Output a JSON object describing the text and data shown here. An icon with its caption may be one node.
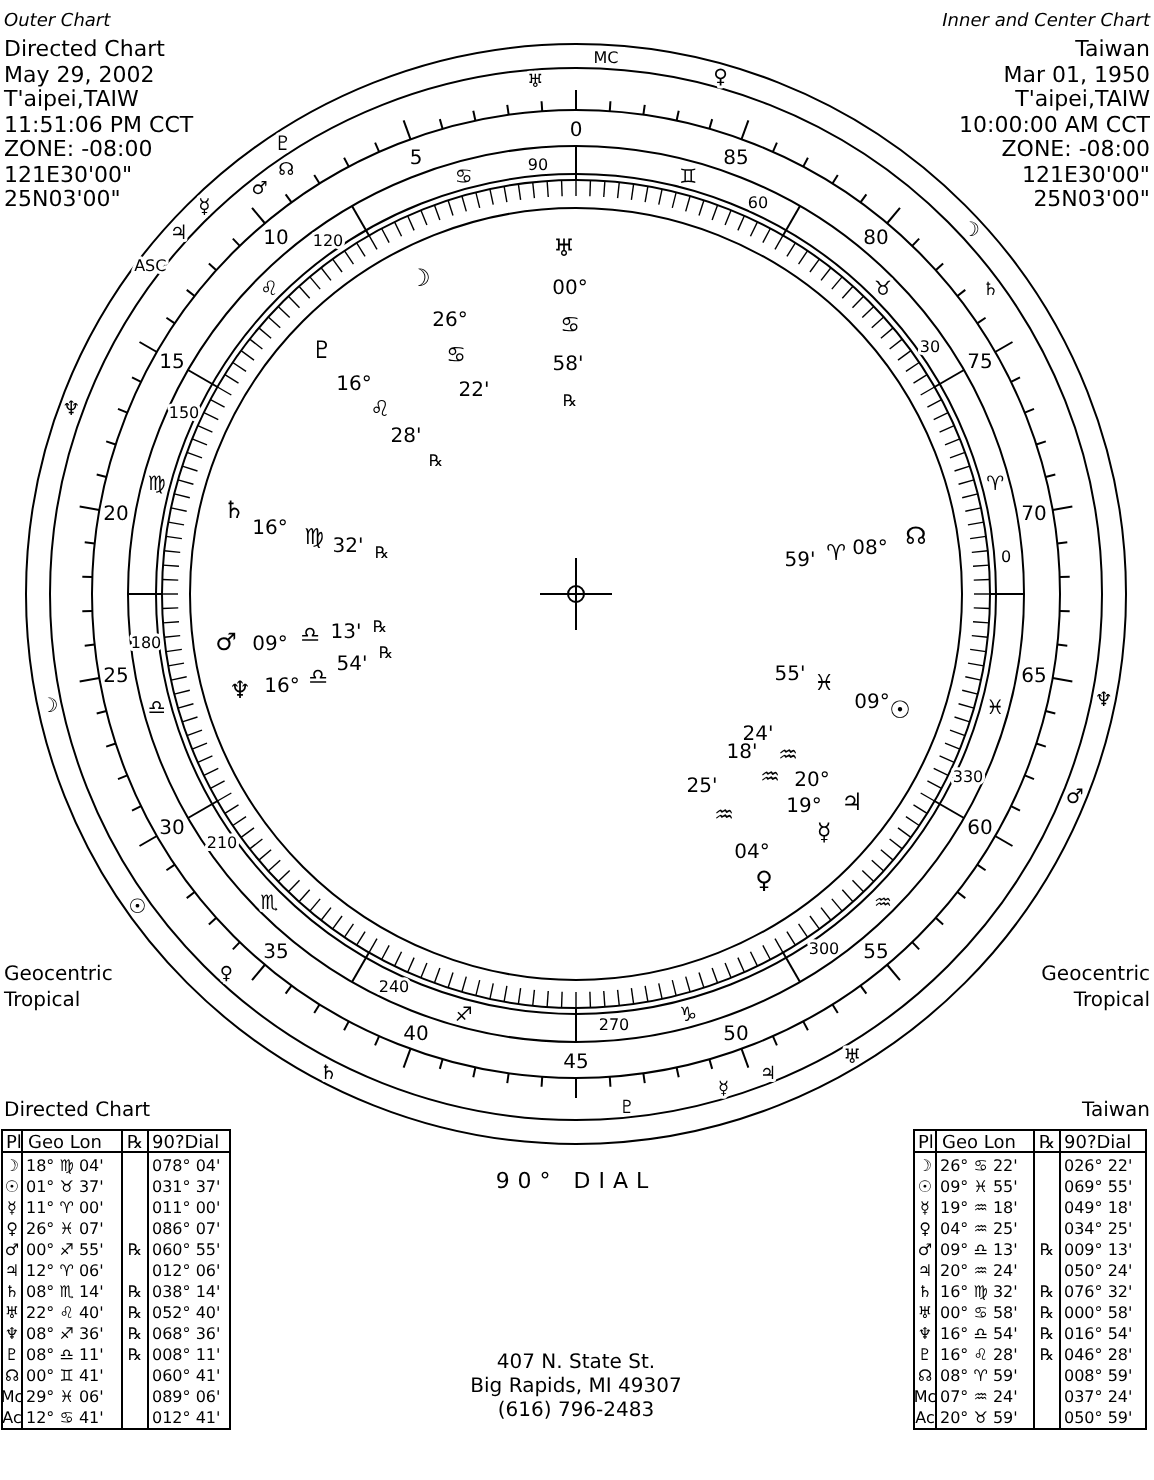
{
  "diagram": {
    "labels": [
      "Outer Chart",
      "Directed Chart",
      "May 29, 2002",
      "T'aipei,TAIW",
      "11:51:06 PM CCT",
      "ZONE: -08:00",
      "121E30'00\"",
      "25N03'00\"",
      "Inner and Center Chart",
      "Taiwan",
      "Mar 01, 1950",
      "T'aipei,TAIW",
      "10:00:00 AM CCT",
      "ZONE: -08:00",
      "121E30'00\"",
      "25N03'00\"",
      "Geocentric",
      "Tropical",
      "Geocentric",
      "Tropical",
      "MC",
      "♅",
      "♀",
      "♇",
      "0",
      "5",
      "90",
      "85",
      "☊",
      "♋",
      "♊",
      "☿",
      "♂",
      "60",
      "♃",
      "☽",
      "10",
      "120",
      "80",
      "♅",
      "ASC",
      "♌",
      "☽",
      "00°",
      "♉",
      "♄",
      "26°",
      "♋",
      "15",
      "♇",
      "♋",
      "58'",
      "30",
      "75",
      "♆",
      "150",
      "16°",
      "♌",
      "22'",
      "℞",
      "28'",
      "℞",
      "♍",
      "♈",
      "20",
      "♄",
      "70",
      "16°",
      "♍",
      "32'",
      "℞",
      "59'",
      "♈",
      "08°",
      "☊",
      "0",
      "180",
      "♂",
      "09°",
      "♎",
      "13'",
      "℞",
      "25",
      "♆",
      "16°",
      "♎",
      "54'",
      "℞",
      "55'",
      "♓",
      "65",
      "☽",
      "♎",
      "09°",
      "☉",
      "♓",
      "♆",
      "18'",
      "24'",
      "♒",
      "25'",
      "♒",
      "20°",
      "330",
      "30",
      "♒",
      "19°",
      "☿",
      "♃",
      "60",
      "♂",
      "210",
      "04°",
      "♀",
      "♏",
      "♒",
      "☉",
      "35",
      "300",
      "55",
      "♀",
      "240",
      "♐",
      "♑",
      "40",
      "270",
      "50",
      "45",
      "♃",
      "♅",
      "♄",
      "☿",
      "♇",
      "90° DIAL",
      "Directed Chart",
      "Pl",
      "Geo Lon",
      "℞",
      "90?Dial",
      "☽",
      "18° ♍ 04'",
      "078° 04'",
      "☉",
      "01° ♉ 37'",
      "031° 37'",
      "☿",
      "11° ♈ 00'",
      "011° 00'",
      "♀",
      "26° ♓ 07'",
      "086° 07'",
      "♂",
      "00° ♐ 55'",
      "℞",
      "060° 55'",
      "♃",
      "12° ♈ 06'",
      "012° 06'",
      "♄",
      "08° ♏ 14'",
      "℞",
      "038° 14'",
      "♅",
      "22° ♌ 40'",
      "℞",
      "052° 40'",
      "♆",
      "08° ♐ 36'",
      "℞",
      "068° 36'",
      "♇",
      "08° ♎ 11'",
      "℞",
      "008° 11'",
      "☊",
      "00° ♊ 41'",
      "060° 41'",
      "Mc",
      "29° ♓ 06'",
      "089° 06'",
      "Ac",
      "12° ♋ 41'",
      "012° 41'",
      "Taiwan",
      "Pl",
      "Geo Lon",
      "℞",
      "90?Dial",
      "☽",
      "26° ♋ 22'",
      "026° 22'",
      "☉",
      "09° ♓ 55'",
      "069° 55'",
      "☿",
      "19° ♒ 18'",
      "049° 18'",
      "♀",
      "04° ♒ 25'",
      "034° 25'",
      "♂",
      "09° ♎ 13'",
      "℞",
      "009° 13'",
      "♃",
      "20° ♒ 24'",
      "050° 24'",
      "♄",
      "16° ♍ 32'",
      "℞",
      "076° 32'",
      "♅",
      "00° ♋ 58'",
      "℞",
      "000° 58'",
      "♆",
      "16° ♎ 54'",
      "℞",
      "016° 54'",
      "♇",
      "16° ♌ 28'",
      "℞",
      "046° 28'",
      "☊",
      "08° ♈ 59'",
      "008° 59'",
      "Mc",
      "07° ♒ 24'",
      "037° 24'",
      "Ac",
      "20° ♉ 59'",
      "050° 59'",
      "407 N. State St.",
      "Big Rapids, MI 49307",
      "(616) 796-2483"
    ]
  }
}
